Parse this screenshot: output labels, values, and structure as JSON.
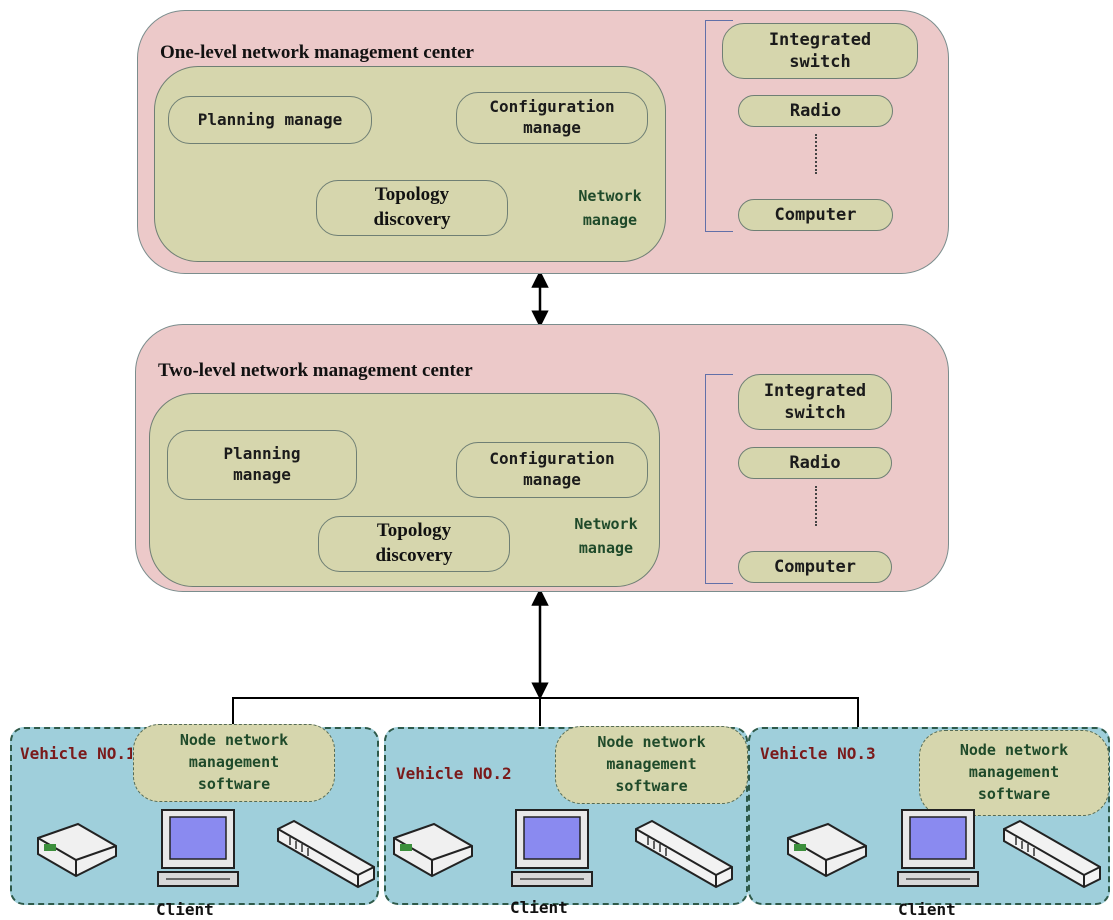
{
  "centers": [
    {
      "title": "One-level network management center",
      "planning": "Planning manage",
      "configuration": "Configuration manage",
      "topology": "Topology discovery",
      "network_manage": "Network manage",
      "devices": [
        "Integrated switch",
        "Radio",
        "Computer"
      ]
    },
    {
      "title": "Two-level network management center",
      "planning": "Planning manage",
      "configuration": "Configuration manage",
      "topology": "Topology discovery",
      "network_manage": "Network manage",
      "devices": [
        "Integrated switch",
        "Radio",
        "Computer"
      ]
    }
  ],
  "vehicles": [
    {
      "label": "Vehicle NO.1",
      "node": "Node network management software",
      "client": "Client"
    },
    {
      "label": "Vehicle NO.2",
      "node": "Node network management software",
      "client": "Client"
    },
    {
      "label": "Vehicle NO.3",
      "node": "Node network management software",
      "client": "Client"
    }
  ],
  "icons": [
    "router-icon",
    "computer-icon",
    "switch-icon"
  ],
  "colors": {
    "center_fill": "#ecc9c9",
    "module_fill": "#d6d6ad",
    "vehicle_fill": "#9fcfdb",
    "vehicle_title": "#7a1a1a",
    "bracket": "#6270a8"
  }
}
